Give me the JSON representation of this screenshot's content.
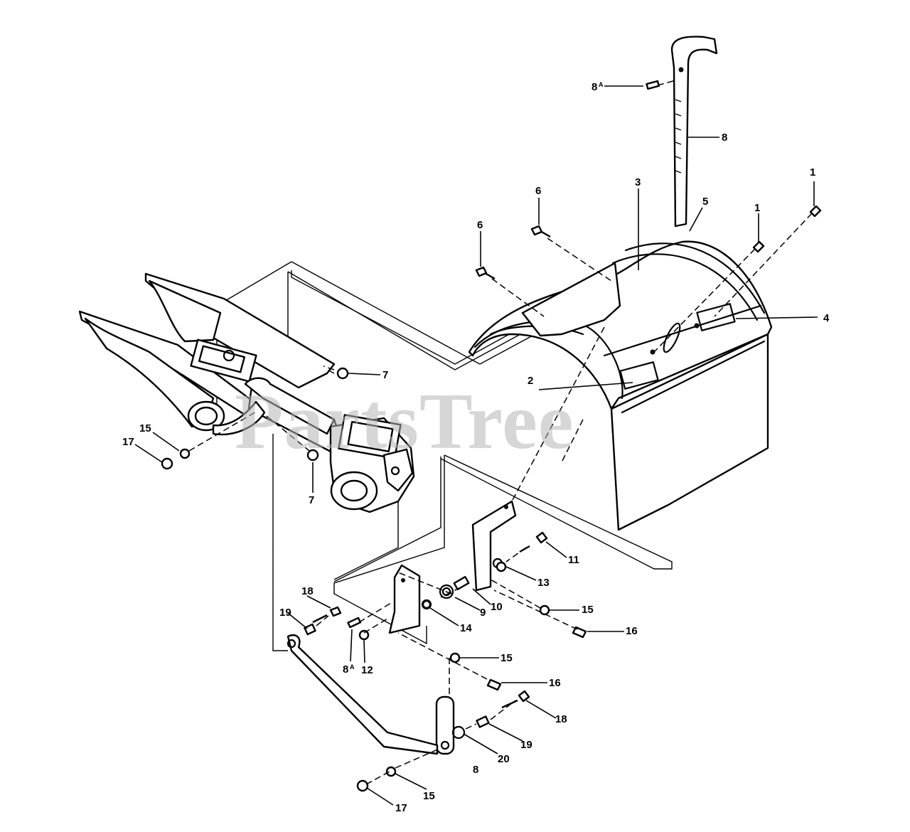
{
  "diagram": {
    "watermark": "PartsTree",
    "callouts": [
      {
        "id": "c1a",
        "text": "1"
      },
      {
        "id": "c1b",
        "text": "1"
      },
      {
        "id": "c2",
        "text": "2"
      },
      {
        "id": "c3",
        "text": "3"
      },
      {
        "id": "c4",
        "text": "4"
      },
      {
        "id": "c5",
        "text": "5"
      },
      {
        "id": "c6a",
        "text": "6"
      },
      {
        "id": "c6b",
        "text": "6"
      },
      {
        "id": "c7a",
        "text": "7"
      },
      {
        "id": "c7b",
        "text": "7"
      },
      {
        "id": "c8a",
        "text": "8"
      },
      {
        "id": "c8b",
        "text": "8"
      },
      {
        "id": "c8Aa",
        "text": "8",
        "sup": "A"
      },
      {
        "id": "c8Ab",
        "text": "8",
        "sup": "A"
      },
      {
        "id": "c9",
        "text": "9"
      },
      {
        "id": "c10",
        "text": "10"
      },
      {
        "id": "c11",
        "text": "11"
      },
      {
        "id": "c12",
        "text": "12"
      },
      {
        "id": "c13",
        "text": "13"
      },
      {
        "id": "c14",
        "text": "14"
      },
      {
        "id": "c15a",
        "text": "15"
      },
      {
        "id": "c15b",
        "text": "15"
      },
      {
        "id": "c15c",
        "text": "15"
      },
      {
        "id": "c15d",
        "text": "15"
      },
      {
        "id": "c16a",
        "text": "16"
      },
      {
        "id": "c16b",
        "text": "16"
      },
      {
        "id": "c17a",
        "text": "17"
      },
      {
        "id": "c17b",
        "text": "17"
      },
      {
        "id": "c18a",
        "text": "18"
      },
      {
        "id": "c18b",
        "text": "18"
      },
      {
        "id": "c19a",
        "text": "19"
      },
      {
        "id": "c19b",
        "text": "19"
      },
      {
        "id": "c20",
        "text": "20"
      }
    ]
  }
}
